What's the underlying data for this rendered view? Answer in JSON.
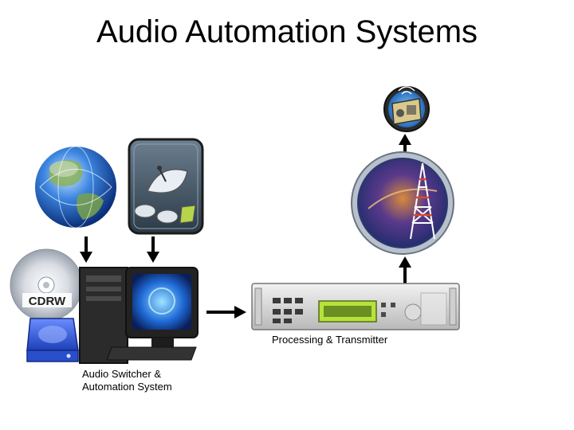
{
  "title": "Audio Automation Systems",
  "captions": {
    "switcher_line1": "Audio Switcher &",
    "switcher_line2": "Automation System",
    "processing": "Processing & Transmitter"
  },
  "icons": {
    "globe": "globe-icon",
    "satellite": "satellite-dish-icon",
    "cd": "cdrw-disc-icon",
    "drive": "hard-drive-icon",
    "computer": "computer-icon",
    "processor": "audio-processor-icon",
    "tower": "transmitter-tower-icon",
    "radio": "radio-icon"
  },
  "cd_label": "CDRW",
  "colors": {
    "background": "#ffffff",
    "arrow": "#000000",
    "globe_blue": "#2a6fd6",
    "processor_display": "#b6e33a"
  }
}
